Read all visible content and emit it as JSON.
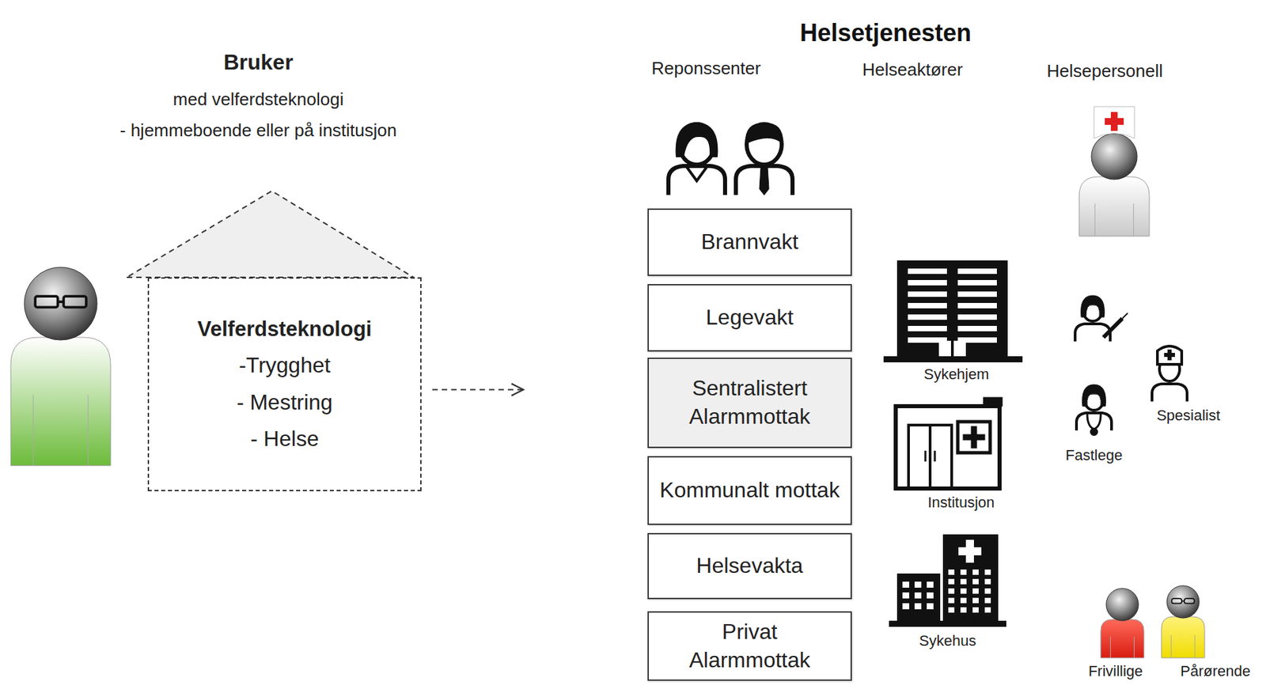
{
  "diagram": {
    "nodes": [
      {
        "text": [
          "Velferdsteknologi",
          "-Trygghet",
          "- Mestring",
          "- Helse"
        ]
      },
      {
        "text": [
          "Helsetjenesten"
        ]
      },
      {
        "text": [
          "Brannvakt"
        ],
        "in": 1
      },
      {
        "text": [
          "Legevakt"
        ],
        "in": 1
      },
      {
        "text": [
          "Sentralistert Alarmmottak"
        ],
        "in": 1
      },
      {
        "text": [
          "Kommunalt mottak"
        ],
        "in": 1
      },
      {
        "text": [
          "Helsevakta"
        ],
        "in": 1
      },
      {
        "text": [
          "Privat Alarmmottak"
        ],
        "in": 1
      }
    ],
    "edges": [
      {
        "from": 0,
        "to": 1,
        "arrow": "to"
      }
    ],
    "labels": [
      "Bruker",
      "med velferdsteknologi",
      "- hjemmeboende eller på institusjon",
      "Reponssenter",
      "Helseaktører",
      "Helsepersonell",
      "Sykehjem",
      "Institusjon",
      "Sykehus",
      "Fastlege",
      "Spesialist",
      "Frivillige",
      "Pårørende"
    ]
  }
}
